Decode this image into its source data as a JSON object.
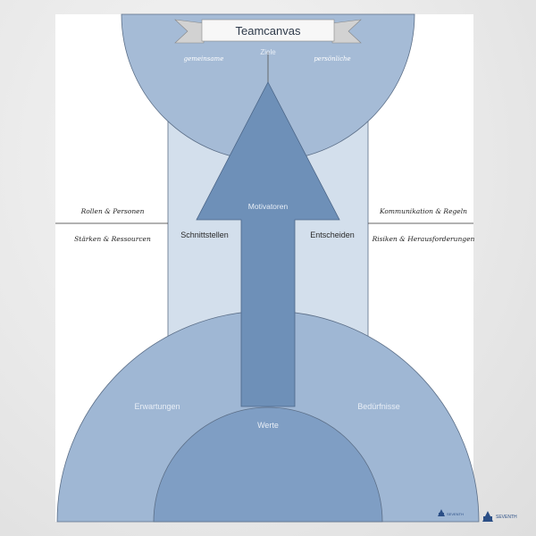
{
  "title": "Teamcanvas",
  "top": {
    "center_label": "Ziele",
    "left_label": "gemeinsame",
    "right_label": "persönliche"
  },
  "arrow_label": "Motivatoren",
  "side": {
    "left_upper": "Rollen & Personen",
    "left_lower": "Stärken & Ressourcen",
    "right_upper": "Kommunikation & Regeln",
    "right_lower": "Risiken & Herausforderungen",
    "left_inner": "Schnittstellen",
    "right_inner": "Entscheiden"
  },
  "bottom": {
    "left_label": "Erwartungen",
    "right_label": "Bedürfnisse",
    "center_label": "Werte"
  },
  "logos": [
    "SEVENTH",
    "SEVENTH"
  ],
  "colors": {
    "circle_top": "#a5bbd6",
    "column": "#d3dfec",
    "arrow": "#6e90b8",
    "arc_outer": "#9fb7d4",
    "arc_inner": "#7f9ec4",
    "brand": "#2b4f86"
  }
}
